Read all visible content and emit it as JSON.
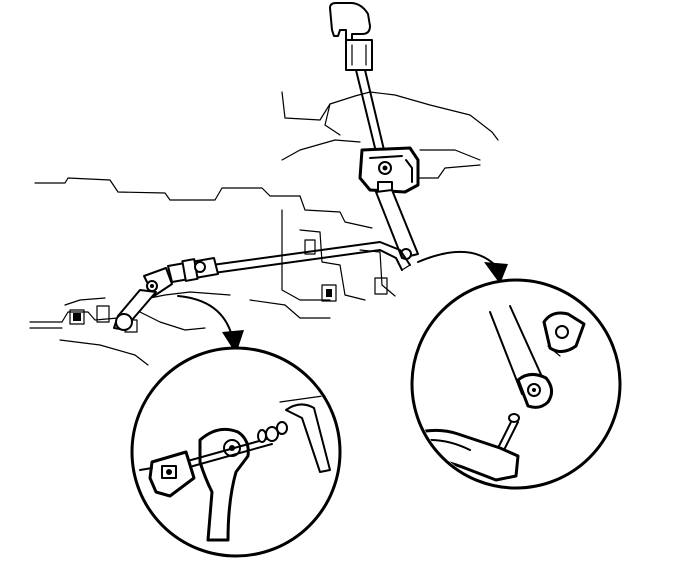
{
  "diagram": {
    "colors": {
      "ink": "#000000",
      "paper": "#ffffff"
    },
    "parts": [
      "shift-lever-knob",
      "shift-lever-shaft",
      "shift-lever-bracket",
      "shift-control-rod",
      "rod-end-universal-joint",
      "transmission-selector-lever",
      "clevis-pin",
      "retaining-clip",
      "detail-callout-left",
      "detail-callout-right",
      "callout-arrow-left",
      "callout-arrow-right"
    ]
  }
}
